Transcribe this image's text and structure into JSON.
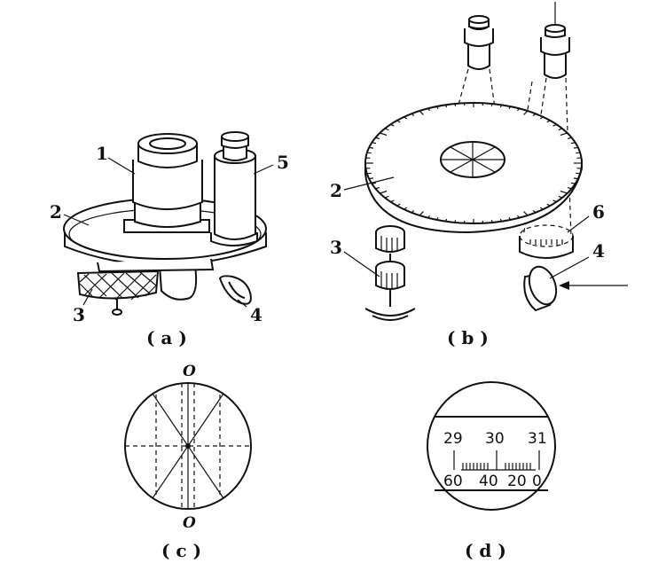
{
  "panels": {
    "a": {
      "caption": "( a )",
      "labels": [
        "1",
        "2",
        "3",
        "4",
        "5"
      ]
    },
    "b": {
      "caption": "( b )",
      "labels": [
        "2",
        "3",
        "4",
        "6"
      ]
    },
    "c": {
      "caption": "( c )",
      "top_mark": "O",
      "bottom_mark": "O"
    },
    "d": {
      "caption": "( d )",
      "upper_numbers": [
        "29",
        "30",
        "31"
      ],
      "lower_numbers": [
        "60",
        "40",
        "20",
        "0"
      ]
    }
  }
}
